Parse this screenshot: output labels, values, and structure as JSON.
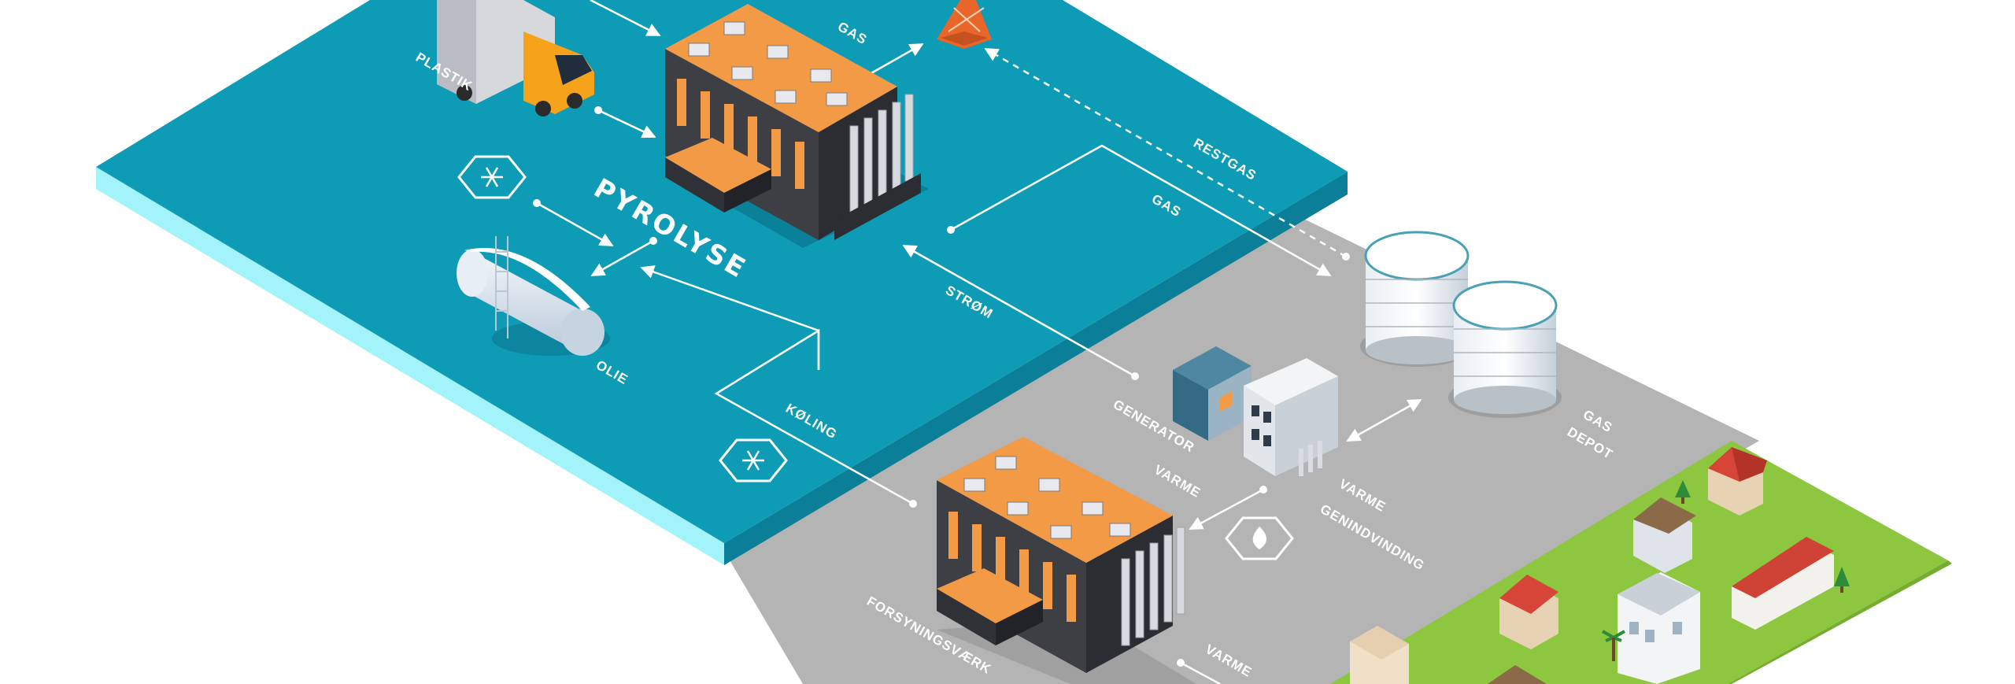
{
  "diagram": {
    "title": "PYROLYSE",
    "labels": {
      "plastik": "PLASTIK",
      "gas_top": "GAS",
      "restgas": "RESTGAS",
      "gas_mid": "GAS",
      "strom": "STRØM",
      "olie": "OLIE",
      "koling": "KØLING",
      "generator": "GENERATOR",
      "varme": "VARME",
      "varme_genindvinding_1": "VARME",
      "varme_genindvinding_2": "GENINDVINDING",
      "gas_depot_1": "GAS",
      "gas_depot_2": "DEPOT",
      "forsyningsvaerk": "FORSYNINGSVÆRK",
      "varme_bottom": "VARME"
    },
    "colors": {
      "water_top": "#0e9bb6",
      "water_side": "#9ff2fb",
      "ground": "#b5b5b5",
      "grass": "#8cc63f",
      "factory_roof": "#f29a45",
      "factory_body": "#3d3f45"
    },
    "icons": [
      "snowflake-icon",
      "flame-icon",
      "truck-icon",
      "tower-icon",
      "oil-tank-icon",
      "gas-tank-icon",
      "factory-icon",
      "generator-icon",
      "house-icon",
      "tree-icon"
    ]
  }
}
